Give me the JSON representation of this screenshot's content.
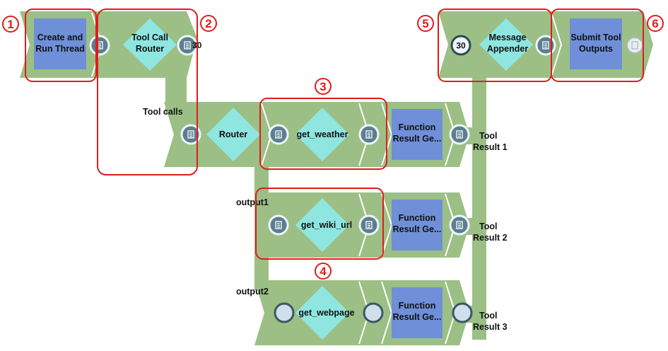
{
  "snaps": {
    "create_run_thread": {
      "line1": "Create and",
      "line2": "Run Thread"
    },
    "tool_call_router": {
      "line1": "Tool Call",
      "line2": "Router"
    },
    "router": {
      "label": "Router"
    },
    "get_weather": {
      "label": "get_weather"
    },
    "get_wiki_url": {
      "label": "get_wiki_url"
    },
    "get_webpage": {
      "label": "get_webpage"
    },
    "function_result_1": {
      "line1": "Function",
      "line2": "Result Ge..."
    },
    "function_result_2": {
      "line1": "Function",
      "line2": "Result Ge..."
    },
    "function_result_3": {
      "line1": "Function",
      "line2": "Result Ge..."
    },
    "message_appender": {
      "line1": "Message",
      "line2": "Appender"
    },
    "submit_tool_outputs": {
      "line1": "Submit Tool",
      "line2": "Outputs"
    }
  },
  "labels": {
    "tool_calls": "Tool calls",
    "output1": "output1",
    "output2": "output2",
    "tool_result_1": {
      "line1": "Tool",
      "line2": "Result 1"
    },
    "tool_result_2": {
      "line1": "Tool",
      "line2": "Result 2"
    },
    "tool_result_3": {
      "line1": "Tool",
      "line2": "Result 3"
    }
  },
  "ports": {
    "router_out_count": "30",
    "appender_in_count": "30"
  },
  "badges": [
    "1",
    "2",
    "3",
    "4",
    "5",
    "6"
  ],
  "colors": {
    "pipe": "#9cbf85",
    "snap_square": "#6f8fd8",
    "snap_diamond": "#8fe6e0",
    "port_fill": "#5b7f8f",
    "port_ring": "#eef4f8",
    "highlight": "#e01c1c"
  }
}
